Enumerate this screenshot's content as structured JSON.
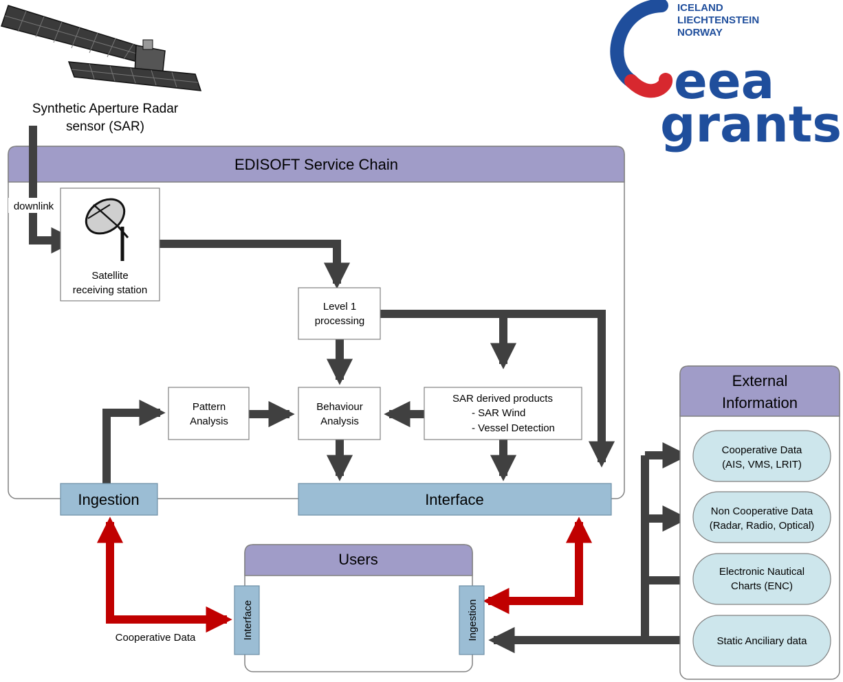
{
  "satellite": {
    "caption_line1": "Synthetic Aperture Radar",
    "caption_line2": "sensor (SAR)"
  },
  "downlink_label": "downlink",
  "service_chain": {
    "title": "EDISOFT Service Chain"
  },
  "station": {
    "line1": "Satellite",
    "line2": "receiving station"
  },
  "level1": {
    "line1": "Level 1",
    "line2": "processing"
  },
  "pattern": {
    "line1": "Pattern",
    "line2": "Analysis"
  },
  "behaviour": {
    "line1": "Behaviour",
    "line2": "Analysis"
  },
  "sar_products": {
    "line1": "SAR derived products",
    "line2": "- SAR Wind",
    "line3": "- Vessel Detection"
  },
  "ingestion_label": "Ingestion",
  "interface_label": "Interface",
  "users": {
    "title": "Users",
    "interface_label": "Interface",
    "ingestion_label": "Ingestion"
  },
  "cooperative_data_label": "Cooperative Data",
  "external": {
    "title_line1": "External",
    "title_line2": "Information",
    "items": [
      {
        "line1": "Cooperative Data",
        "line2": "(AIS, VMS, LRIT)"
      },
      {
        "line1": "Non Cooperative Data",
        "line2": "(Radar, Radio, Optical)"
      },
      {
        "line1": "Electronic Nautical",
        "line2": "Charts (ENC)"
      },
      {
        "line1": "Static Anciliary data"
      }
    ]
  },
  "logo": {
    "country1": "ICELAND",
    "country2": "LIECHTENSTEIN",
    "country3": "NORWAY",
    "word1": "eea",
    "word2": "grants"
  },
  "colors": {
    "header_purple": "#a09cc8",
    "box_blue": "#9bbdd4",
    "ext_teal": "#cde6ec",
    "arrow_gray": "#404040",
    "arrow_red": "#c00000",
    "logo_blue": "#1f4e9c",
    "logo_red": "#d7282f"
  }
}
